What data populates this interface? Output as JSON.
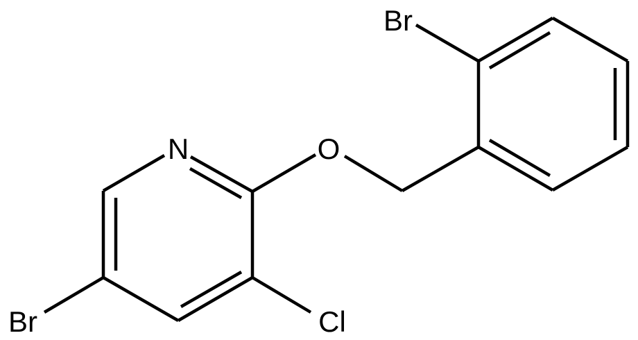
{
  "molecule": {
    "atoms": {
      "nitrogen": "N",
      "oxygen": "O",
      "bromine_aryl": "Br",
      "bromine_pyridine": "Br",
      "chlorine": "Cl"
    }
  }
}
